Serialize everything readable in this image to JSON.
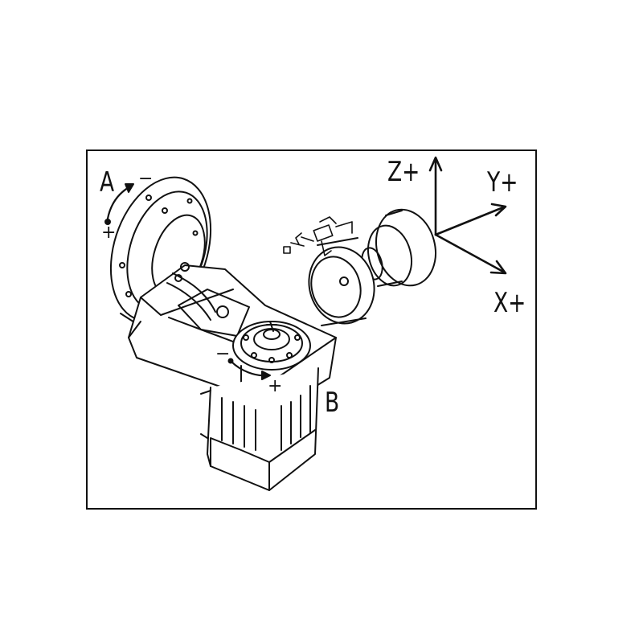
{
  "labels": {
    "axis_a": "A",
    "axis_a_minus": "−",
    "axis_a_plus": "+",
    "axis_b": "B",
    "axis_b_minus": "−",
    "axis_b_plus": "+",
    "z_axis": "Z+",
    "y_axis": "Y+",
    "x_axis": "X+"
  }
}
